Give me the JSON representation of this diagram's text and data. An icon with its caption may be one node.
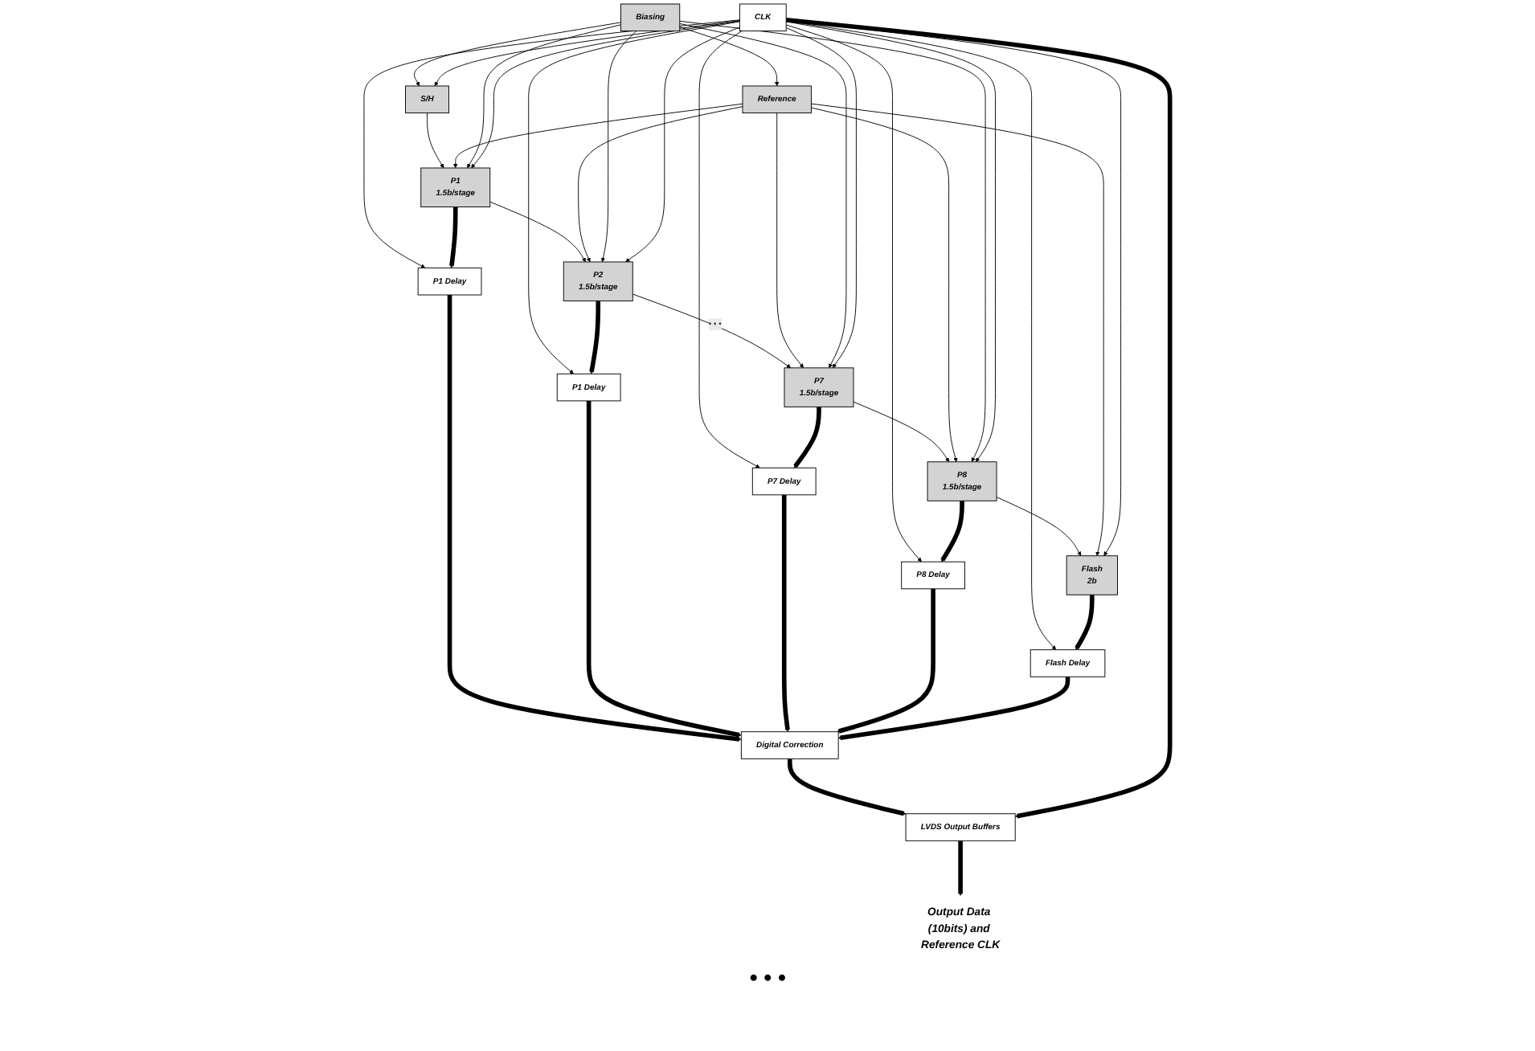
{
  "diagram": {
    "nodes": [
      {
        "text": [
          "Reference"
        ]
      },
      {
        "text": [
          "Biasing"
        ]
      },
      {
        "text": [
          "S/H"
        ]
      },
      {
        "text": [
          "CLK"
        ]
      },
      {
        "text": [
          "P1",
          "1.5b/stage"
        ]
      },
      {
        "text": [
          "P2",
          "1.5b/stage"
        ]
      },
      {
        "text": [
          "P7",
          "1.5b/stage"
        ]
      },
      {
        "text": [
          "P8",
          "1.5b/stage"
        ]
      },
      {
        "text": [
          "Flash",
          "2b"
        ]
      },
      {
        "text": [
          "P1 Delay"
        ]
      },
      {
        "text": [
          "P1 Delay"
        ]
      },
      {
        "text": [
          "P7 Delay"
        ]
      },
      {
        "text": [
          "P8 Delay"
        ]
      },
      {
        "text": [
          "Flash Delay"
        ]
      },
      {
        "text": [
          "Digital Correction"
        ]
      },
      {
        "text": [
          "LVDS Output Buffers"
        ]
      },
      {
        "text": [
          "Output Data (10bits) and Reference CLK"
        ]
      }
    ],
    "edges": [
      {
        "from": 1,
        "to": 0,
        "arrow": "to"
      },
      {
        "from": 1,
        "to": 2,
        "arrow": "to"
      },
      {
        "from": 3,
        "to": 2,
        "arrow": "to"
      },
      {
        "from": 2,
        "to": 4,
        "arrow": "to"
      },
      {
        "from": 4,
        "to": 5,
        "arrow": "to"
      },
      {
        "from": 5,
        "to": 6,
        "arrow": "to",
        "label": "• • •"
      },
      {
        "from": 6,
        "to": 7,
        "arrow": "to"
      },
      {
        "from": 7,
        "to": 8,
        "arrow": "to"
      },
      {
        "from": 0,
        "to": 4,
        "arrow": "to"
      },
      {
        "from": 0,
        "to": 5,
        "arrow": "to"
      },
      {
        "from": 0,
        "to": 6,
        "arrow": "to"
      },
      {
        "from": 0,
        "to": 7,
        "arrow": "to"
      },
      {
        "from": 0,
        "to": 8,
        "arrow": "to"
      },
      {
        "from": 1,
        "to": 4,
        "arrow": "to"
      },
      {
        "from": 1,
        "to": 5,
        "arrow": "to"
      },
      {
        "from": 1,
        "to": 6,
        "arrow": "to"
      },
      {
        "from": 1,
        "to": 7,
        "arrow": "to"
      },
      {
        "from": 3,
        "to": 4,
        "arrow": "to"
      },
      {
        "from": 3,
        "to": 9,
        "arrow": "to"
      },
      {
        "from": 3,
        "to": 5,
        "arrow": "to"
      },
      {
        "from": 3,
        "to": 10,
        "arrow": "to"
      },
      {
        "from": 3,
        "to": 6,
        "arrow": "to"
      },
      {
        "from": 3,
        "to": 11,
        "arrow": "to"
      },
      {
        "from": 3,
        "to": 7,
        "arrow": "to"
      },
      {
        "from": 3,
        "to": 12,
        "arrow": "to"
      },
      {
        "from": 3,
        "to": 8,
        "arrow": "to"
      },
      {
        "from": 3,
        "to": 13,
        "arrow": "to"
      },
      {
        "from": 4,
        "to": 9,
        "arrow": "to",
        "style": "thick"
      },
      {
        "from": 5,
        "to": 10,
        "arrow": "to",
        "style": "thick"
      },
      {
        "from": 6,
        "to": 11,
        "arrow": "to",
        "style": "thick"
      },
      {
        "from": 7,
        "to": 12,
        "arrow": "to",
        "style": "thick"
      },
      {
        "from": 8,
        "to": 13,
        "arrow": "to",
        "style": "thick"
      },
      {
        "from": 9,
        "to": 14,
        "arrow": "to",
        "style": "thick"
      },
      {
        "from": 10,
        "to": 14,
        "arrow": "to",
        "style": "thick"
      },
      {
        "from": 11,
        "to": 14,
        "arrow": "to",
        "style": "thick"
      },
      {
        "from": 12,
        "to": 14,
        "arrow": "to",
        "style": "thick"
      },
      {
        "from": 13,
        "to": 14,
        "arrow": "to",
        "style": "thick"
      },
      {
        "from": 14,
        "to": 15,
        "arrow": "to",
        "style": "thick"
      },
      {
        "from": 3,
        "to": 15,
        "arrow": "to",
        "style": "thick"
      },
      {
        "from": 15,
        "to": 16,
        "arrow": "to",
        "style": "thick"
      }
    ],
    "labels": [
      "• • •"
    ]
  }
}
